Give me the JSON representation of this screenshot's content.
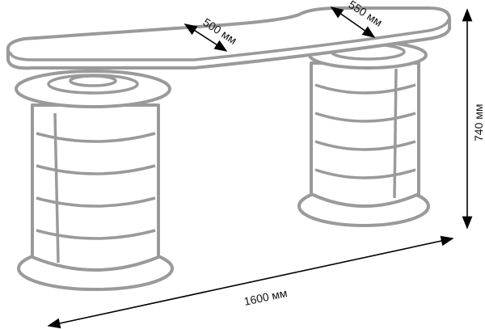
{
  "dimensions": {
    "top_depth_narrow": "500 мм",
    "top_depth_wide": "550 мм",
    "height": "740 мм",
    "length": "1600 мм"
  },
  "colors": {
    "outline": "#9a9a9a",
    "dimension": "#000000"
  }
}
